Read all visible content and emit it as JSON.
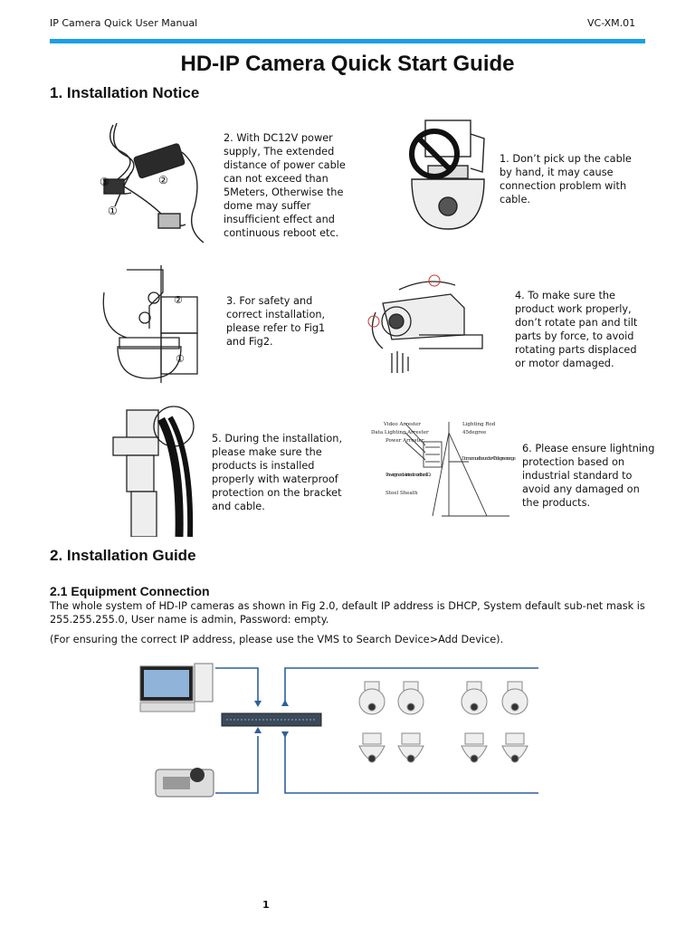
{
  "header": {
    "left": "IP Camera Quick User Manual",
    "right": "VC-XM.01",
    "rule_color": "#1a9fe6"
  },
  "title": "HD-IP Camera Quick Start Guide",
  "section1": {
    "heading": "1. Installation Notice",
    "notes": [
      {
        "lines": [
          "2. With DC12V power",
          "supply, The extended",
          "distance of power cable",
          "can not exceed than",
          "5Meters, Otherwise the",
          "dome may suffer",
          "insufficient effect and",
          "continuous reboot etc."
        ]
      },
      {
        "lines": [
          "1. Don’t pick up the cable",
          "by hand, it may cause",
          "connection problem with",
          "cable."
        ]
      },
      {
        "lines": [
          "3. For safety and",
          "correct installation,",
          "please refer to Fig1",
          "and Fig2."
        ]
      },
      {
        "lines": [
          "4. To make sure the",
          "product work properly,",
          "don’t rotate pan and tilt",
          "parts by force, to avoid",
          "rotating parts displaced",
          "or motor damaged."
        ]
      },
      {
        "lines": [
          "5. During the installation,",
          "please make sure the",
          "products is installed",
          "properly with waterproof",
          "protection on the bracket",
          "and cable."
        ]
      },
      {
        "lines": [
          "6. Please ensure lightning",
          "protection based on",
          "industrial standard to",
          "avoid any damaged on",
          "the products."
        ]
      }
    ],
    "figure_labels": {
      "power_marker_3": "③",
      "power_marker_2": "②",
      "power_marker_1": "①",
      "bracket_marker_2": "②",
      "bracket_marker_1": "①",
      "lightning_labels": [
        "Video Arrester",
        "Data Lighting Arrester",
        "Power Arrester",
        "Lighting Rod",
        "45degree",
        "Dome must be under 45degree range",
        "Power ground wire is not more than 4Ω",
        "Steel Sheath"
      ]
    }
  },
  "section2": {
    "heading": "2. Installation Guide",
    "sub_heading": "2.1 Equipment Connection",
    "para1_lines": [
      "The whole system of HD-IP cameras as shown in Fig 2.0, default IP address is DHCP, System default sub-net mask is",
      "255.255.255.0, User name is admin, Password: empty."
    ],
    "para2": "(For ensuring the correct IP address, please use the VMS to Search Device>Add Device).",
    "diagram_line_color": "#2f5f9e"
  },
  "footer": {
    "page_number": "1"
  }
}
